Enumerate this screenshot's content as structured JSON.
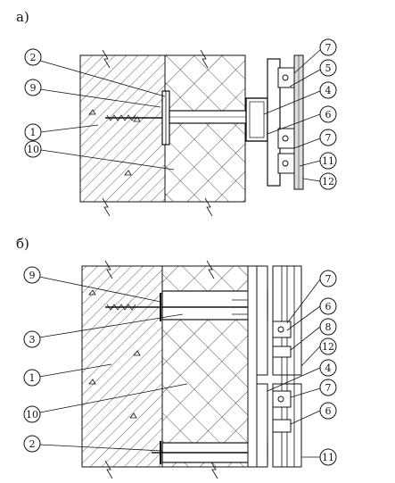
{
  "sections": {
    "a": {
      "label": "а)"
    },
    "b": {
      "label": "б)"
    }
  },
  "callouts_a": [
    "2",
    "9",
    "1",
    "10",
    "7",
    "5",
    "4",
    "6",
    "7",
    "11",
    "12"
  ],
  "callouts_b": [
    "9",
    "3",
    "1",
    "10",
    "2",
    "7",
    "6",
    "8",
    "12",
    "4",
    "7",
    "6",
    "11"
  ]
}
